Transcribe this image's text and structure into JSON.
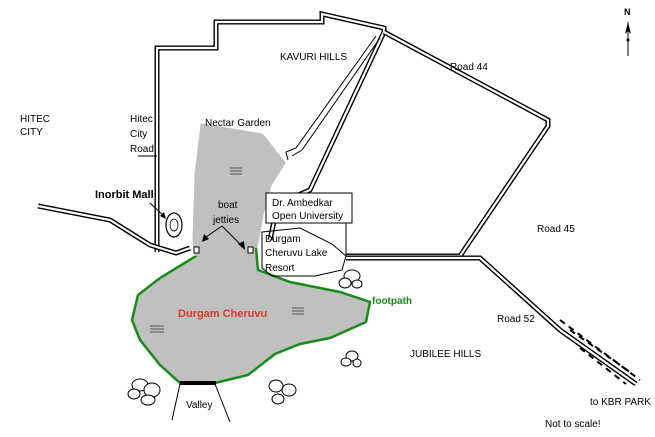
{
  "map": {
    "colors": {
      "lake_fill": "#c0c0c0",
      "footpath": "#1a8a1a",
      "lake_label": "#d43a2a",
      "lines": "#000000",
      "background": "#ffffff"
    },
    "compass": {
      "label": "N",
      "icon": "north-arrow-icon"
    },
    "areas": {
      "hitec_city": [
        "HITEC",
        "CITY"
      ],
      "kavuri_hills": "KAVURI HILLS",
      "jubilee_hills": "JUBILEE HILLS"
    },
    "roads": {
      "hitec_city_road": [
        "Hitec",
        "City",
        "Road"
      ],
      "road_44": "Road 44",
      "road_45": "Road 45",
      "road_52": "Road 52",
      "to_kbr_park": "to KBR PARK"
    },
    "places": {
      "nectar_garden": "Nectar Garden",
      "inorbit_mall": "Inorbit Mall",
      "boat_jetties": [
        "boat",
        "jetties"
      ],
      "ambedkar_university": [
        "Dr. Ambedkar",
        "Open University"
      ],
      "lake_resort": [
        "Durgam",
        "Cheruvu Lake",
        "Resort"
      ],
      "valley": "Valley"
    },
    "lake": {
      "name": "Durgam Cheruvu",
      "icon": "water-marsh-icon"
    },
    "footpath_label": "footpath",
    "rock_icon": "boulder-rocks-icon",
    "note": "Not to scale!"
  }
}
